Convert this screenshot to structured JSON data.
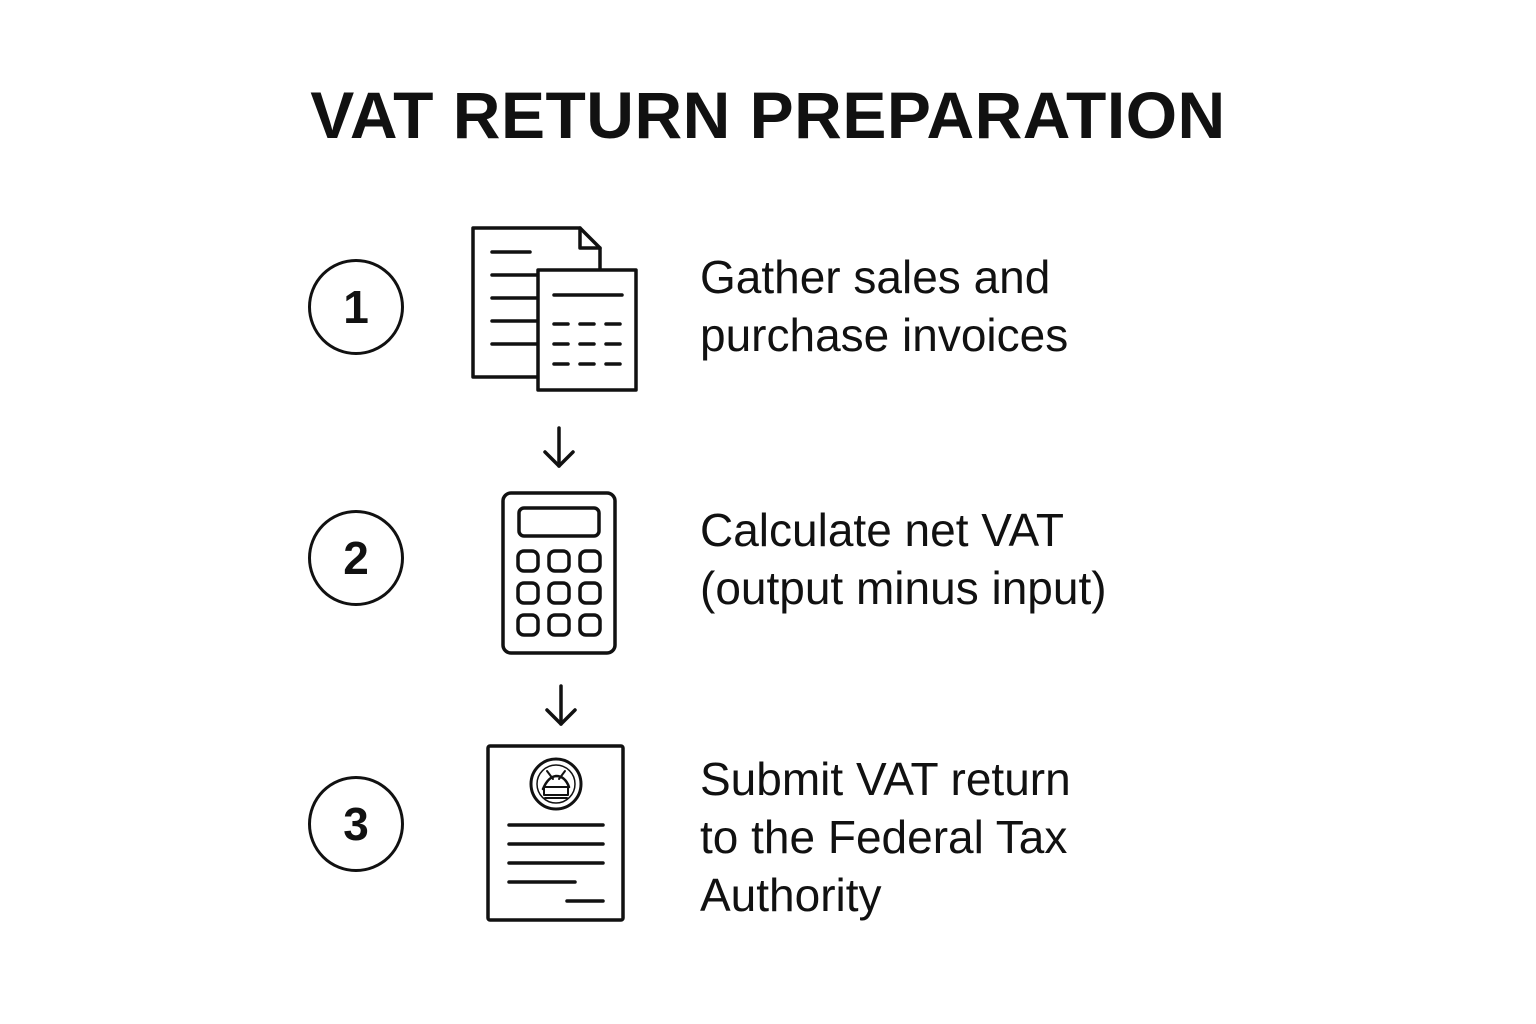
{
  "title": "VAT RETURN PREPARATION",
  "steps": [
    {
      "number": "1",
      "icon": "invoices-icon",
      "lines": [
        "Gather sales and",
        "purchase invoices"
      ]
    },
    {
      "number": "2",
      "icon": "calculator-icon",
      "lines": [
        "Calculate net VAT",
        "(output minus input)"
      ]
    },
    {
      "number": "3",
      "icon": "tax-document-icon",
      "lines": [
        "Submit VAT return",
        "to the Federal Tax",
        "Authority"
      ]
    }
  ],
  "colors": {
    "ink": "#111111",
    "background": "#ffffff"
  }
}
